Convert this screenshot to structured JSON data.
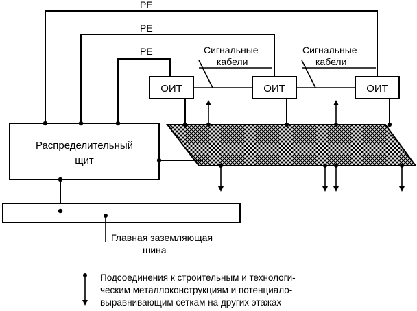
{
  "diagram": {
    "pe_labels": [
      "PE",
      "PE",
      "PE"
    ],
    "signal_cable_labels": [
      {
        "line1": "Сигнальные",
        "line2": "кабели"
      },
      {
        "line1": "Сигнальные",
        "line2": "кабели"
      }
    ],
    "equipment_units": [
      "ОИТ",
      "ОИТ",
      "ОИТ"
    ],
    "distribution_panel": {
      "line1": "Распределительный",
      "line2": "щит"
    },
    "main_ground_bus": {
      "line1": "Главная заземляющая",
      "line2": "шина"
    },
    "legend": {
      "line1": "Подсоединения к строительным и технологи-",
      "line2": "ческим металлоконструкциям и потенциало-",
      "line3": "выравнивающим сеткам на других этажах"
    }
  }
}
